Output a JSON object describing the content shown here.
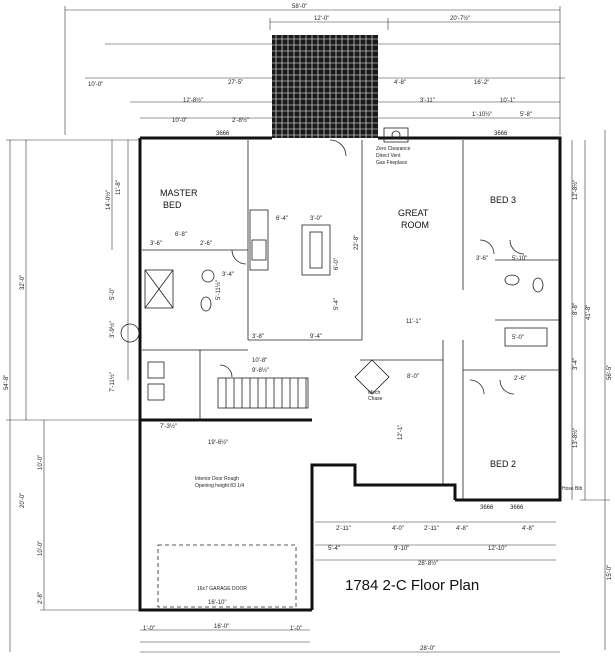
{
  "title": "1784 2-C Floor Plan",
  "rooms": {
    "master_bed": "MASTER",
    "master_bed_2": "BED",
    "great_room": "GREAT",
    "great_room_2": "ROOM",
    "bed3": "BED 3",
    "bed2": "BED 2"
  },
  "notes": {
    "fireplace_1": "Zero Clearance",
    "fireplace_2": "Direct Vent",
    "fireplace_3": "Gas Fireplace",
    "garage_1": "Interior Door Rough",
    "garage_2": "Opening height 83 1/4",
    "garage_door": "16x7 GARAGE DOOR",
    "mech_chase_1": "Mech",
    "mech_chase_2": "Chase",
    "hose_bib": "Hose Bib"
  },
  "dims_top": {
    "overall": "58'-0\"",
    "porch": "12'-0\"",
    "right_a": "20'-7½\"",
    "left_a": "10'-0\"",
    "mid_a": "27'-5\"",
    "mid_b": "4'-8\"",
    "right_b": "16'-2\"",
    "left_b": "12'-8½\"",
    "right_c": "3'-11\"",
    "right_d": "10'-1\"",
    "left_c": "10'-0\"",
    "left_d": "2'-8½\"",
    "right_e": "1'-10½\"",
    "right_f": "5'-8\""
  },
  "dims_left": {
    "overall": "54'-8\"",
    "upper": "32'-0\"",
    "a": "14'-0½\"",
    "b": "11'-8\"",
    "c": "5'-0\"",
    "d": "3'-9½\"",
    "e": "7'-11½\"",
    "f": "10'-0\"",
    "g": "20'-0\"",
    "h": "10'-0\"",
    "i": "2'-8\""
  },
  "dims_right": {
    "overall": "56'-5\"",
    "a": "12'-8½\"",
    "b": "41'-8\"",
    "c": "8'-8\"",
    "d": "3'-4\"",
    "e": "13'-8½\"",
    "f": "15'-0\""
  },
  "dims_bottom": {
    "row1_a": "2'-11\"",
    "row1_b": "4'-0\"",
    "row1_c": "2'-11\"",
    "row1_d": "4'-8\"",
    "row1_e": "4'-8\"",
    "row2_a": "5'-4\"",
    "row2_b": "9'-10\"",
    "row2_c": "12'-10\"",
    "row3": "28'-8½\"",
    "garage_w": "16'-10\"",
    "garage_a": "1'-0\"",
    "garage_b": "16'-0\"",
    "garage_c": "1'-0\"",
    "overall": "28'-0\""
  },
  "dims_interior": {
    "kitchen_a": "6'-4\"",
    "kitchen_b": "3'-0\"",
    "kitchen_c": "6'-0\"",
    "kitchen_d": "5'-4\"",
    "kitchen_e": "9'-4\"",
    "kitchen_f": "3'-8\"",
    "great_a": "22'-8\"",
    "great_b": "11'-1\"",
    "master_a": "6'-8\"",
    "master_b": "3'-6\"",
    "master_c": "2'-6\"",
    "bath_a": "3'-4\"",
    "bath_b": "5'-11½\"",
    "stairs_a": "10'-8\"",
    "stairs_b": "9'-8½\"",
    "garage_top": "19'-6½\"",
    "garage_left": "7'-3½\"",
    "hall_a": "12'-1\"",
    "hall_b": "8'-0\"",
    "bed3_a": "3'-6\"",
    "bed3_b": "5'-10\"",
    "bed2_a": "2'-6\"",
    "bed2_b": "5'-0\"",
    "window": "3666"
  }
}
